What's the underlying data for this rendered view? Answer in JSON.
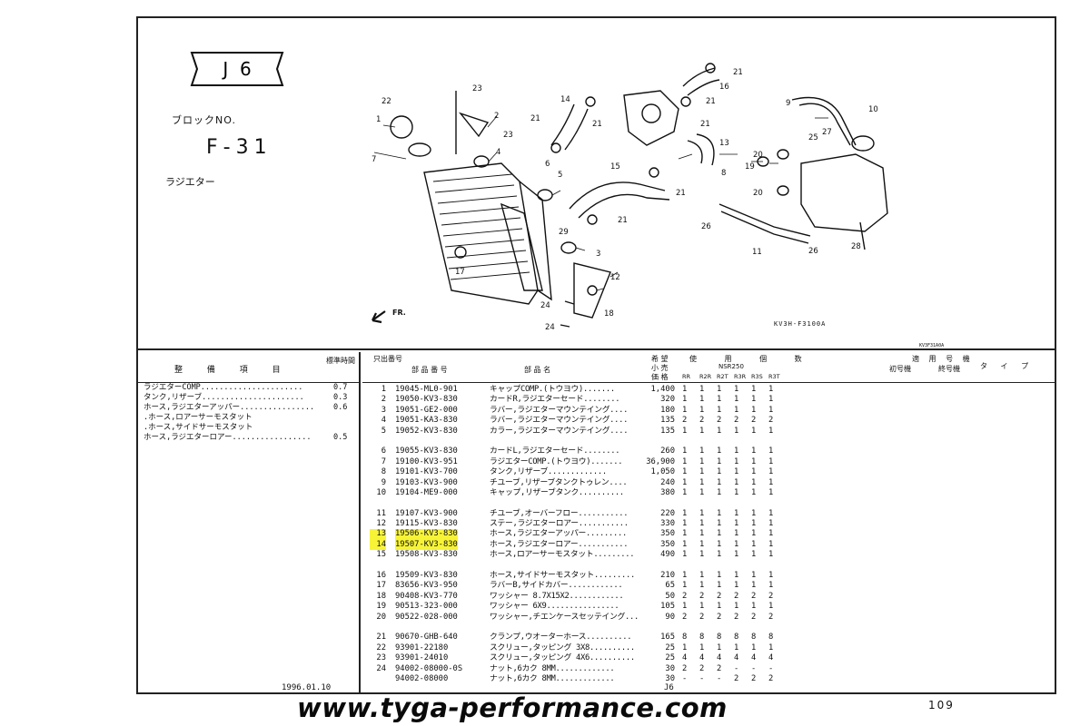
{
  "block": {
    "badge": "J  6",
    "label": "ブロックNO.",
    "value": "F-31",
    "name": "ラジエター"
  },
  "figure": {
    "code": "KV3H-F3100A",
    "tiny_code": "KV3F31A0A",
    "fr_label": "FR.",
    "callouts": [
      "1",
      "2",
      "3",
      "4",
      "5",
      "6",
      "7",
      "8",
      "9",
      "10",
      "11",
      "12",
      "13",
      "14",
      "15",
      "16",
      "17",
      "18",
      "19",
      "20",
      "21",
      "22",
      "23",
      "24",
      "25",
      "26",
      "27",
      "28",
      "29"
    ]
  },
  "ops_table": {
    "header_item": "整 備 項 目",
    "header_time": "標準時間",
    "rows": [
      {
        "text": "ラジエターCOMP......................",
        "value": "0.7"
      },
      {
        "text": "タンク,リザーブ......................",
        "value": "0.3"
      },
      {
        "text": "ホース,ラジエターアッパー................",
        "value": "0.6"
      },
      {
        "text": ".ホース,ロアーサーモスタット",
        "value": ""
      },
      {
        "text": ".ホース,サイドサーモスタット",
        "value": ""
      },
      {
        "text": "ホース,ラジエターロアー.................",
        "value": "0.5"
      }
    ]
  },
  "parts_header": {
    "ref_no": "只出番号",
    "part_no": "部 品 番 号",
    "part_name": "部 品 名",
    "price_top": "希 望",
    "price_mid": "小 売",
    "price_bot": "価 格",
    "usage": "使 用 個 数",
    "model": "NSR250",
    "variants": [
      "RR",
      "R2R",
      "R2T",
      "R3R",
      "R3S",
      "R3T"
    ],
    "applicable": "適 用 号 機",
    "first_unit": "初号機",
    "last_unit": "終号機",
    "type": "タ イ プ"
  },
  "parts": [
    {
      "no": "1",
      "pn": "19045-ML0-901",
      "name": "キャップCOMP.(トウヨウ).......",
      "price": "1,400",
      "qty": [
        "1",
        "1",
        "1",
        "1",
        "1",
        "1"
      ],
      "hl": false
    },
    {
      "no": "2",
      "pn": "19050-KV3-830",
      "name": "カードR,ラジエターセード........",
      "price": "320",
      "qty": [
        "1",
        "1",
        "1",
        "1",
        "1",
        "1"
      ],
      "hl": false
    },
    {
      "no": "3",
      "pn": "19051-GE2-000",
      "name": "ラバー,ラジエターマウンテイング....",
      "price": "180",
      "qty": [
        "1",
        "1",
        "1",
        "1",
        "1",
        "1"
      ],
      "hl": false
    },
    {
      "no": "4",
      "pn": "19051-KA3-830",
      "name": "ラバー,ラジエターマウンテイング....",
      "price": "135",
      "qty": [
        "2",
        "2",
        "2",
        "2",
        "2",
        "2"
      ],
      "hl": false
    },
    {
      "no": "5",
      "pn": "19052-KV3-830",
      "name": "カラー,ラジエターマウンテイング....",
      "price": "135",
      "qty": [
        "1",
        "1",
        "1",
        "1",
        "1",
        "1"
      ],
      "hl": false
    },
    {
      "gap": true
    },
    {
      "no": "6",
      "pn": "19055-KV3-830",
      "name": "カードL,ラジエターセード........",
      "price": "260",
      "qty": [
        "1",
        "1",
        "1",
        "1",
        "1",
        "1"
      ],
      "hl": false
    },
    {
      "no": "7",
      "pn": "19100-KV3-951",
      "name": "ラジエターCOMP.(トウヨウ).......",
      "price": "36,900",
      "qty": [
        "1",
        "1",
        "1",
        "1",
        "1",
        "1"
      ],
      "hl": false
    },
    {
      "no": "8",
      "pn": "19101-KV3-700",
      "name": "タンク,リザーブ.............",
      "price": "1,050",
      "qty": [
        "1",
        "1",
        "1",
        "1",
        "1",
        "1"
      ],
      "hl": false
    },
    {
      "no": "9",
      "pn": "19103-KV3-900",
      "name": "チユーブ,リザーブタンクトゥレン....",
      "price": "240",
      "qty": [
        "1",
        "1",
        "1",
        "1",
        "1",
        "1"
      ],
      "hl": false
    },
    {
      "no": "10",
      "pn": "19104-ME9-000",
      "name": "キャップ,リザーブタンク..........",
      "price": "380",
      "qty": [
        "1",
        "1",
        "1",
        "1",
        "1",
        "1"
      ],
      "hl": false
    },
    {
      "gap": true
    },
    {
      "no": "11",
      "pn": "19107-KV3-900",
      "name": "チユーブ,オーバーフロー...........",
      "price": "220",
      "qty": [
        "1",
        "1",
        "1",
        "1",
        "1",
        "1"
      ],
      "hl": false
    },
    {
      "no": "12",
      "pn": "19115-KV3-830",
      "name": "ステー,ラジエターロアー...........",
      "price": "330",
      "qty": [
        "1",
        "1",
        "1",
        "1",
        "1",
        "1"
      ],
      "hl": false
    },
    {
      "no": "13",
      "pn": "19506-KV3-830",
      "name": "ホース,ラジエターアッパー.........",
      "price": "350",
      "qty": [
        "1",
        "1",
        "1",
        "1",
        "1",
        "1"
      ],
      "hl": true
    },
    {
      "no": "14",
      "pn": "19507-KV3-830",
      "name": "ホース,ラジエターロアー...........",
      "price": "350",
      "qty": [
        "1",
        "1",
        "1",
        "1",
        "1",
        "1"
      ],
      "hl": true
    },
    {
      "no": "15",
      "pn": "19508-KV3-830",
      "name": "ホース,ロアーサーモスタット.........",
      "price": "490",
      "qty": [
        "1",
        "1",
        "1",
        "1",
        "1",
        "1"
      ],
      "hl": false
    },
    {
      "gap": true
    },
    {
      "no": "16",
      "pn": "19509-KV3-830",
      "name": "ホース,サイドサーモスタット.........",
      "price": "210",
      "qty": [
        "1",
        "1",
        "1",
        "1",
        "1",
        "1"
      ],
      "hl": false
    },
    {
      "no": "17",
      "pn": "83656-KV3-950",
      "name": "ラバーB,サイドカバー............",
      "price": "65",
      "qty": [
        "1",
        "1",
        "1",
        "1",
        "1",
        "1"
      ],
      "hl": false
    },
    {
      "no": "18",
      "pn": "90408-KV3-770",
      "name": "ワッシャー 8.7X15X2............",
      "price": "50",
      "qty": [
        "2",
        "2",
        "2",
        "2",
        "2",
        "2"
      ],
      "hl": false
    },
    {
      "no": "19",
      "pn": "90513-323-000",
      "name": "ワッシャー 6X9................",
      "price": "105",
      "qty": [
        "1",
        "1",
        "1",
        "1",
        "1",
        "1"
      ],
      "hl": false
    },
    {
      "no": "20",
      "pn": "90522-028-000",
      "name": "ワッシャー,チエンケースセッテイング...",
      "price": "90",
      "qty": [
        "2",
        "2",
        "2",
        "2",
        "2",
        "2"
      ],
      "hl": false
    },
    {
      "gap": true
    },
    {
      "no": "21",
      "pn": "90670-GHB-640",
      "name": "クランプ,ウオーターホース..........",
      "price": "165",
      "qty": [
        "8",
        "8",
        "8",
        "8",
        "8",
        "8"
      ],
      "hl": false
    },
    {
      "no": "22",
      "pn": "93901-22180",
      "name": "スクリュー,タッピング 3X8..........",
      "price": "25",
      "qty": [
        "1",
        "1",
        "1",
        "1",
        "1",
        "1"
      ],
      "hl": false
    },
    {
      "no": "23",
      "pn": "93901-24010",
      "name": "スクリュー,タッピング 4X6..........",
      "price": "25",
      "qty": [
        "4",
        "4",
        "4",
        "4",
        "4",
        "4"
      ],
      "hl": false
    },
    {
      "no": "24",
      "pn": "94002-08000-0S",
      "name": "ナット,6カク 8MM.............",
      "price": "30",
      "qty": [
        "2",
        "2",
        "2",
        "-",
        "-",
        "-"
      ],
      "hl": false
    },
    {
      "no": "",
      "pn": "94002-08000",
      "name": "ナット,6カク 8MM.............",
      "price": "30",
      "qty": [
        "-",
        "-",
        "-",
        "2",
        "2",
        "2"
      ],
      "hl": false
    }
  ],
  "footer": {
    "date": "1996.01.10",
    "code": "J6",
    "page": "109",
    "watermark": "www.tyga-performance.com"
  }
}
